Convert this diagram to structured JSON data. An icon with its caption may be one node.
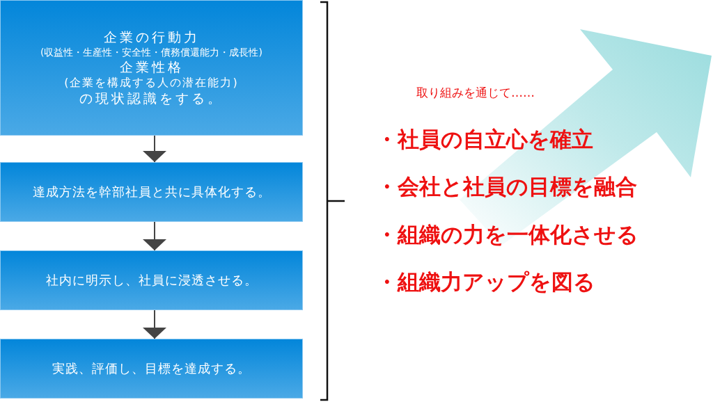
{
  "diagram": {
    "nodes": [
      {
        "text": [
          "企業の行動力",
          "(収益性・生産性・安全性・債務償還能力・成長性)",
          "企業性格",
          "(企業を構成する人の潜在能力)",
          "の現状認識をする。"
        ]
      },
      {
        "text": [
          "達成方法を幹部社員と共に具体化する。"
        ]
      },
      {
        "text": [
          "社内に明示し、社員に浸透させる。"
        ]
      },
      {
        "text": [
          "実践、評価し、目標を達成する。"
        ]
      }
    ],
    "edges": [
      {
        "from": 0,
        "to": 1,
        "arrow": "to"
      },
      {
        "from": 1,
        "to": 2,
        "arrow": "to"
      },
      {
        "from": 2,
        "to": 3,
        "arrow": "to"
      }
    ],
    "labels": [
      "取り組みを通じて……",
      "・社員の自立心を確立",
      "・会社と社員の目標を融合",
      "・組織の力を一体化させる",
      "・組織力アップを図る"
    ]
  }
}
